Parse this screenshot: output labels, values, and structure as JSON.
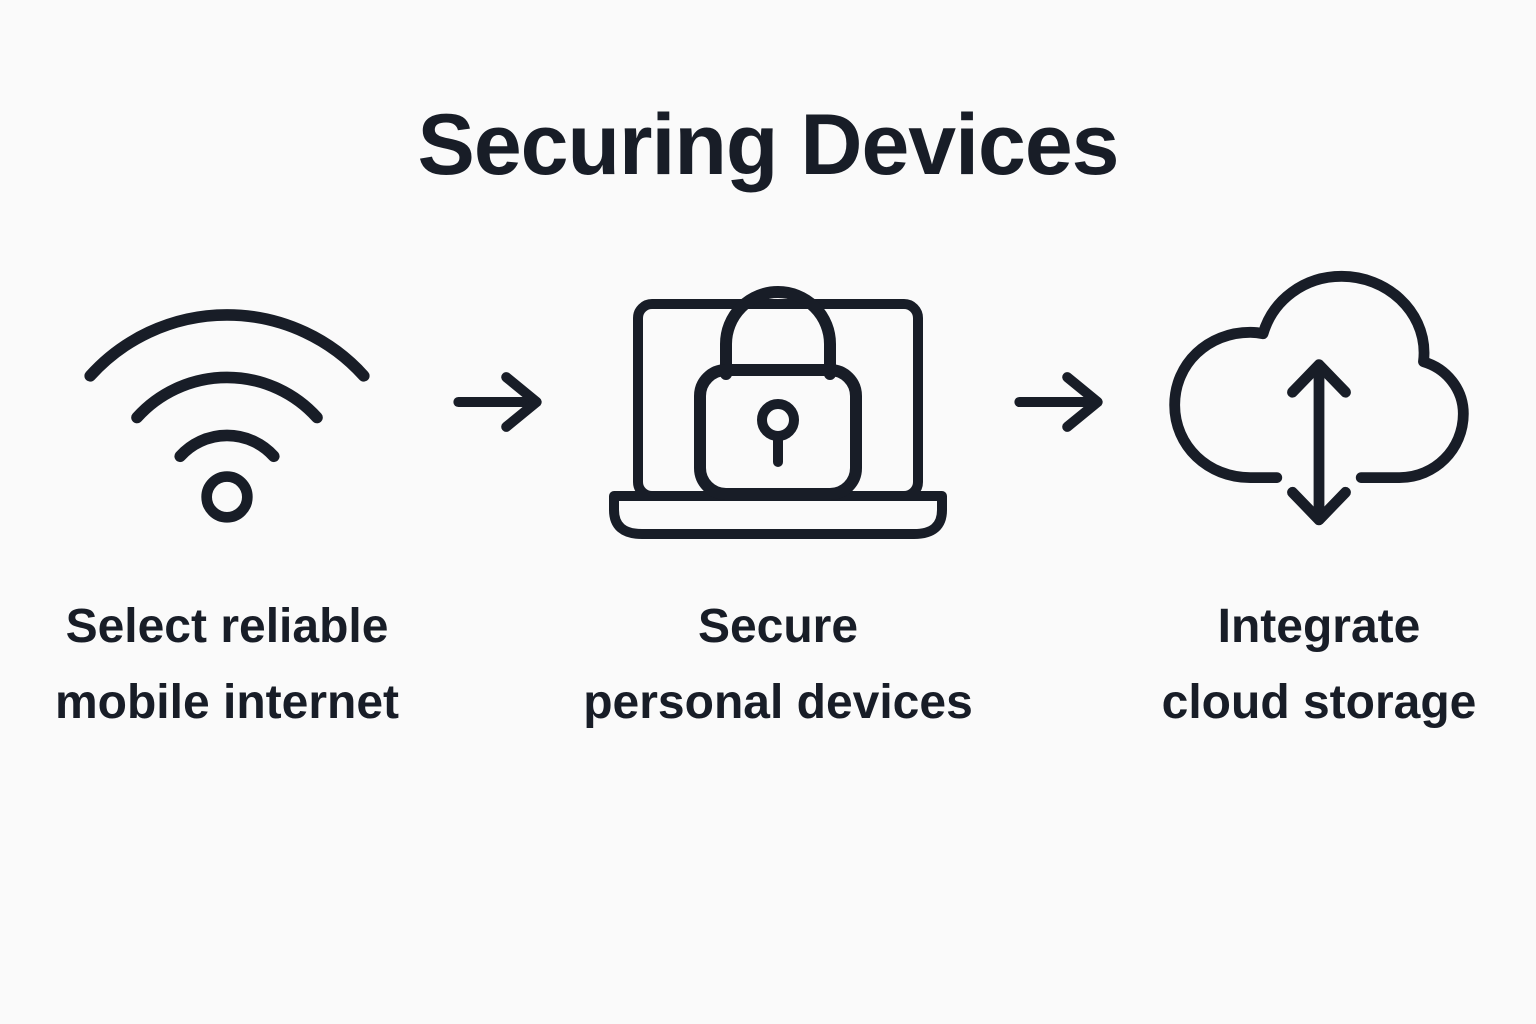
{
  "title": "Securing Devices",
  "colors": {
    "background": "#fafafa",
    "ink": "#181d27",
    "screen_fill": "#f1f1f3",
    "lock_fill": "#fbfbfc"
  },
  "arrow_icon": "right-arrow-icon",
  "steps": [
    {
      "icon": "wifi-icon",
      "label_line1": "Select reliable",
      "label_line2": "mobile internet"
    },
    {
      "icon": "laptop-lock-icon",
      "label_line1": "Secure",
      "label_line2": "personal devices"
    },
    {
      "icon": "cloud-sync-icon",
      "label_line1": "Integrate",
      "label_line2": "cloud storage"
    }
  ]
}
